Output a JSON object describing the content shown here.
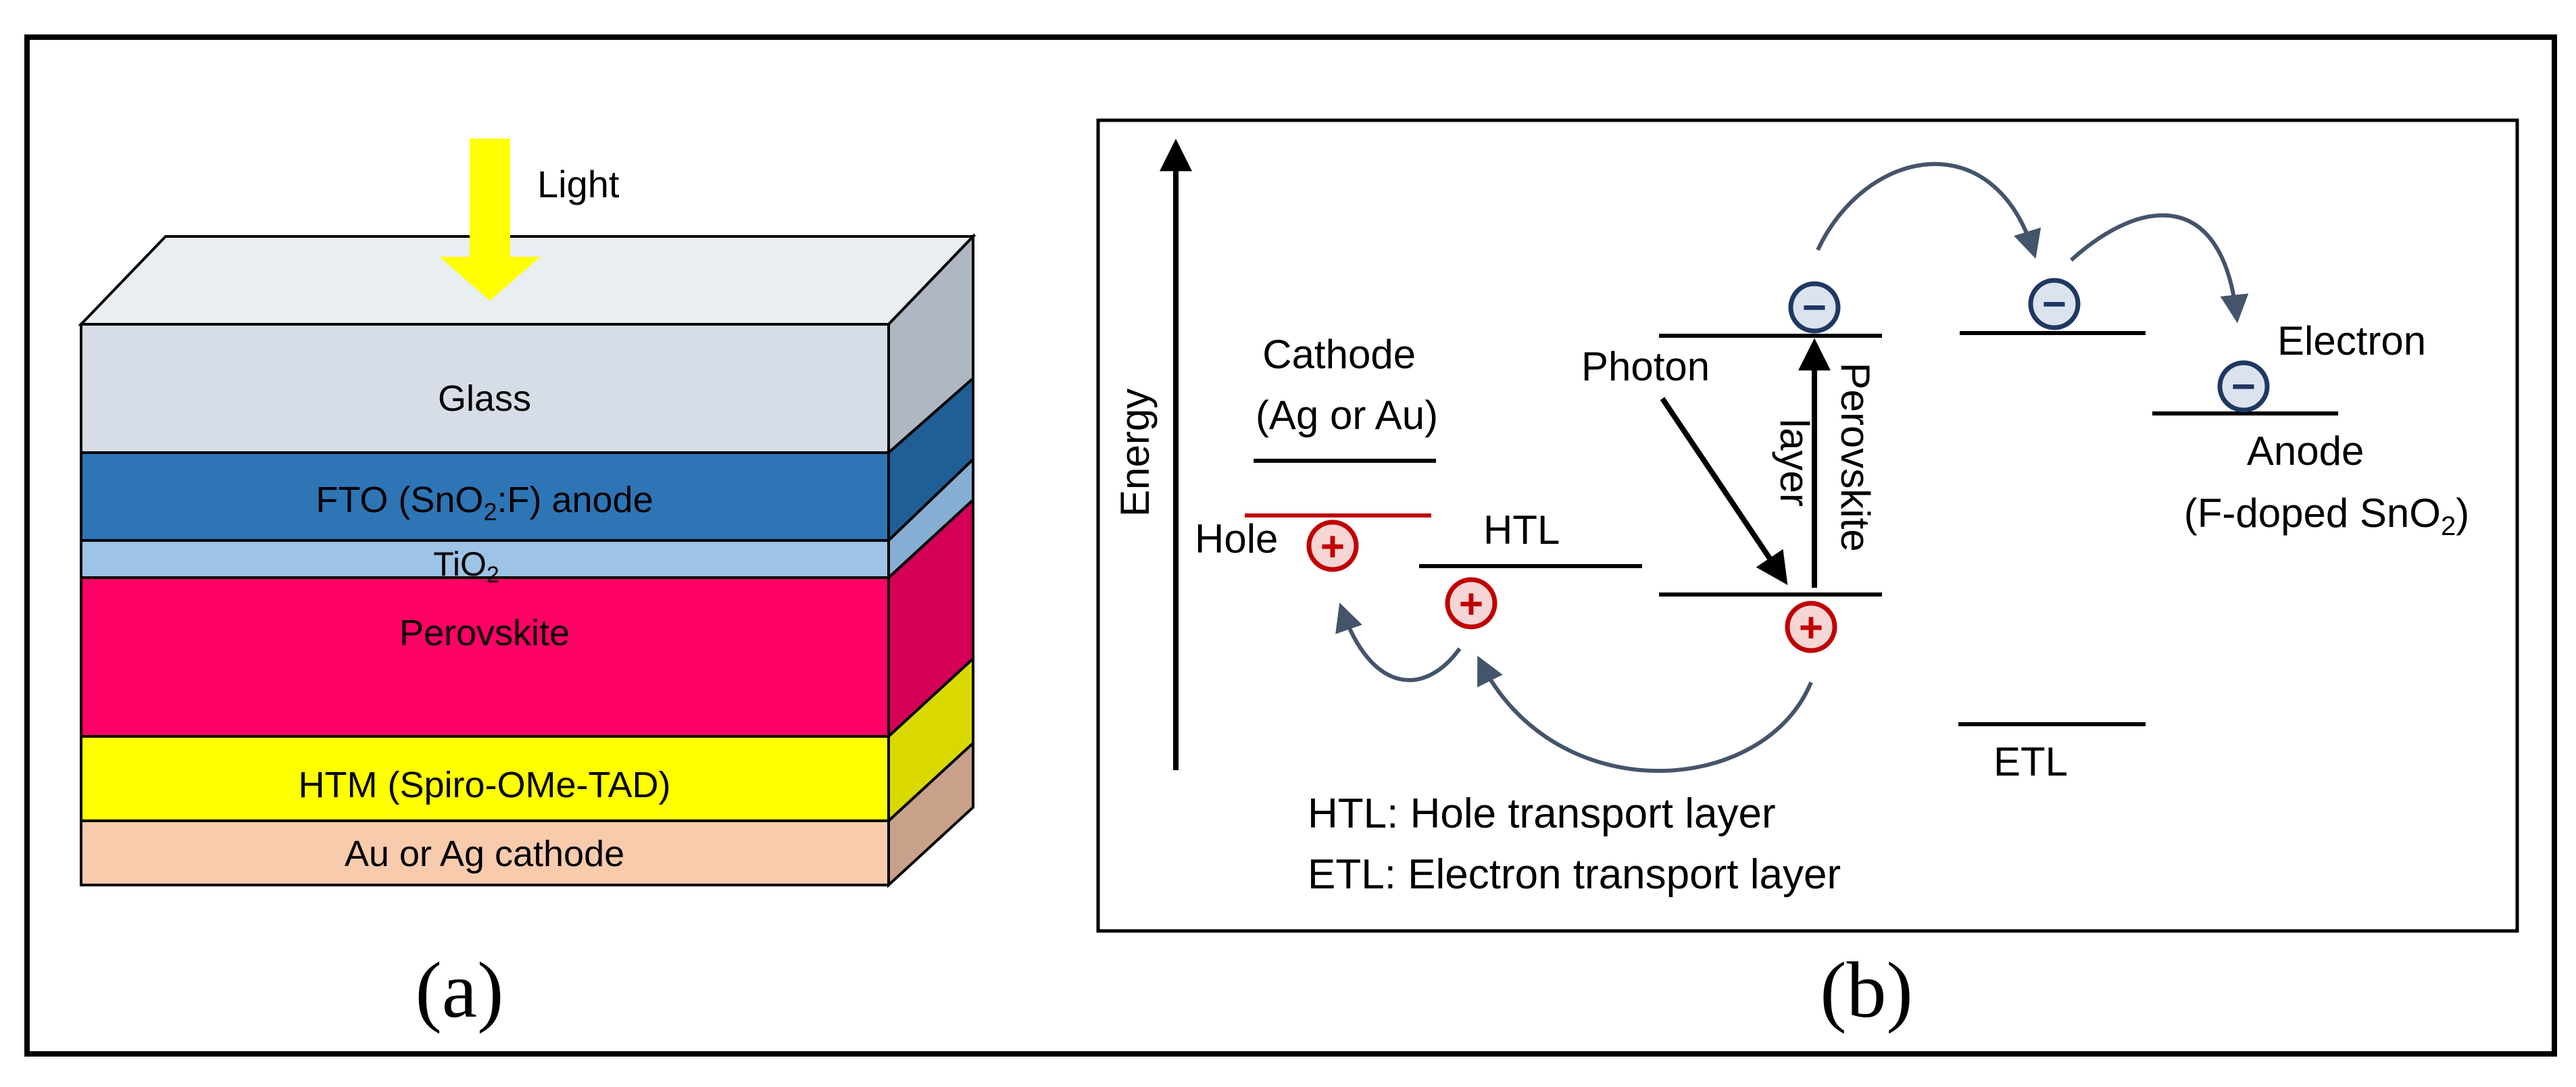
{
  "panel_a": {
    "light_label": "Light",
    "layers": {
      "glass": "Glass",
      "fto": "FTO (SnO",
      "fto_sub": "2",
      "fto_rest": ":F) anode",
      "tio2": "TiO",
      "tio2_sub": "2",
      "perovskite": "Perovskite",
      "htm": "HTM (Spiro-OMe-TAD)",
      "cathode": "Au or Ag cathode"
    },
    "caption": "(a)"
  },
  "panel_b": {
    "energy_axis_label": "Energy",
    "cathode_label_line1": "Cathode",
    "cathode_label_line2": "(Ag or Au)",
    "hole_label": "Hole",
    "htl_label": "HTL",
    "photon_label": "Photon",
    "perovskite_label_line1": "Perovskite",
    "perovskite_label_line2": "layer",
    "electron_label": "Electron",
    "anode_label_line1": "Anode",
    "anode_label_line2": "(F-doped SnO",
    "anode_label_sub": "2",
    "anode_label_end": ")",
    "etl_label": "ETL",
    "legend_htl": "HTL: Hole transport layer",
    "legend_etl": "ETL: Electron transport layer",
    "electron_symbol": "−",
    "hole_symbol": "+",
    "caption": "(b)"
  },
  "colors": {
    "glass": "#d6dde6",
    "fto": "#2e75b6",
    "tio2": "#9dc3e6",
    "perovskite": "#ff0066",
    "htm": "#ffff00",
    "cathode": "#f8cbad",
    "light_arrow": "#ffff00",
    "electron": "#1f3864",
    "hole": "#c00000",
    "hole_level": "#c00000",
    "curve_arrow": "#44546a"
  }
}
